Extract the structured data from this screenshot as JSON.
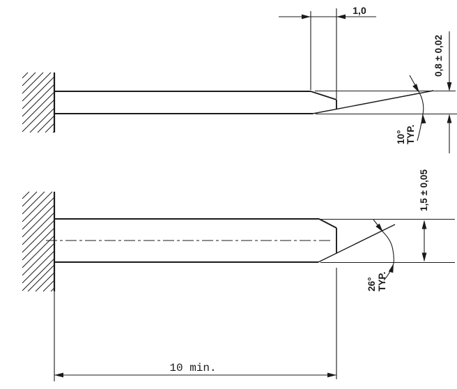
{
  "page": {
    "background": "#ffffff",
    "line_color": "#1a1a1a"
  },
  "upper_view": {
    "tip_length": "1,0",
    "thickness": "0,8 ± 0,02",
    "tip_angle": "10°",
    "tip_angle_qualifier": "TYP."
  },
  "lower_view": {
    "thickness": "1,5 ± 0,05",
    "tip_angle": "26°",
    "tip_angle_qualifier": "TYP.",
    "length": "10 min."
  }
}
